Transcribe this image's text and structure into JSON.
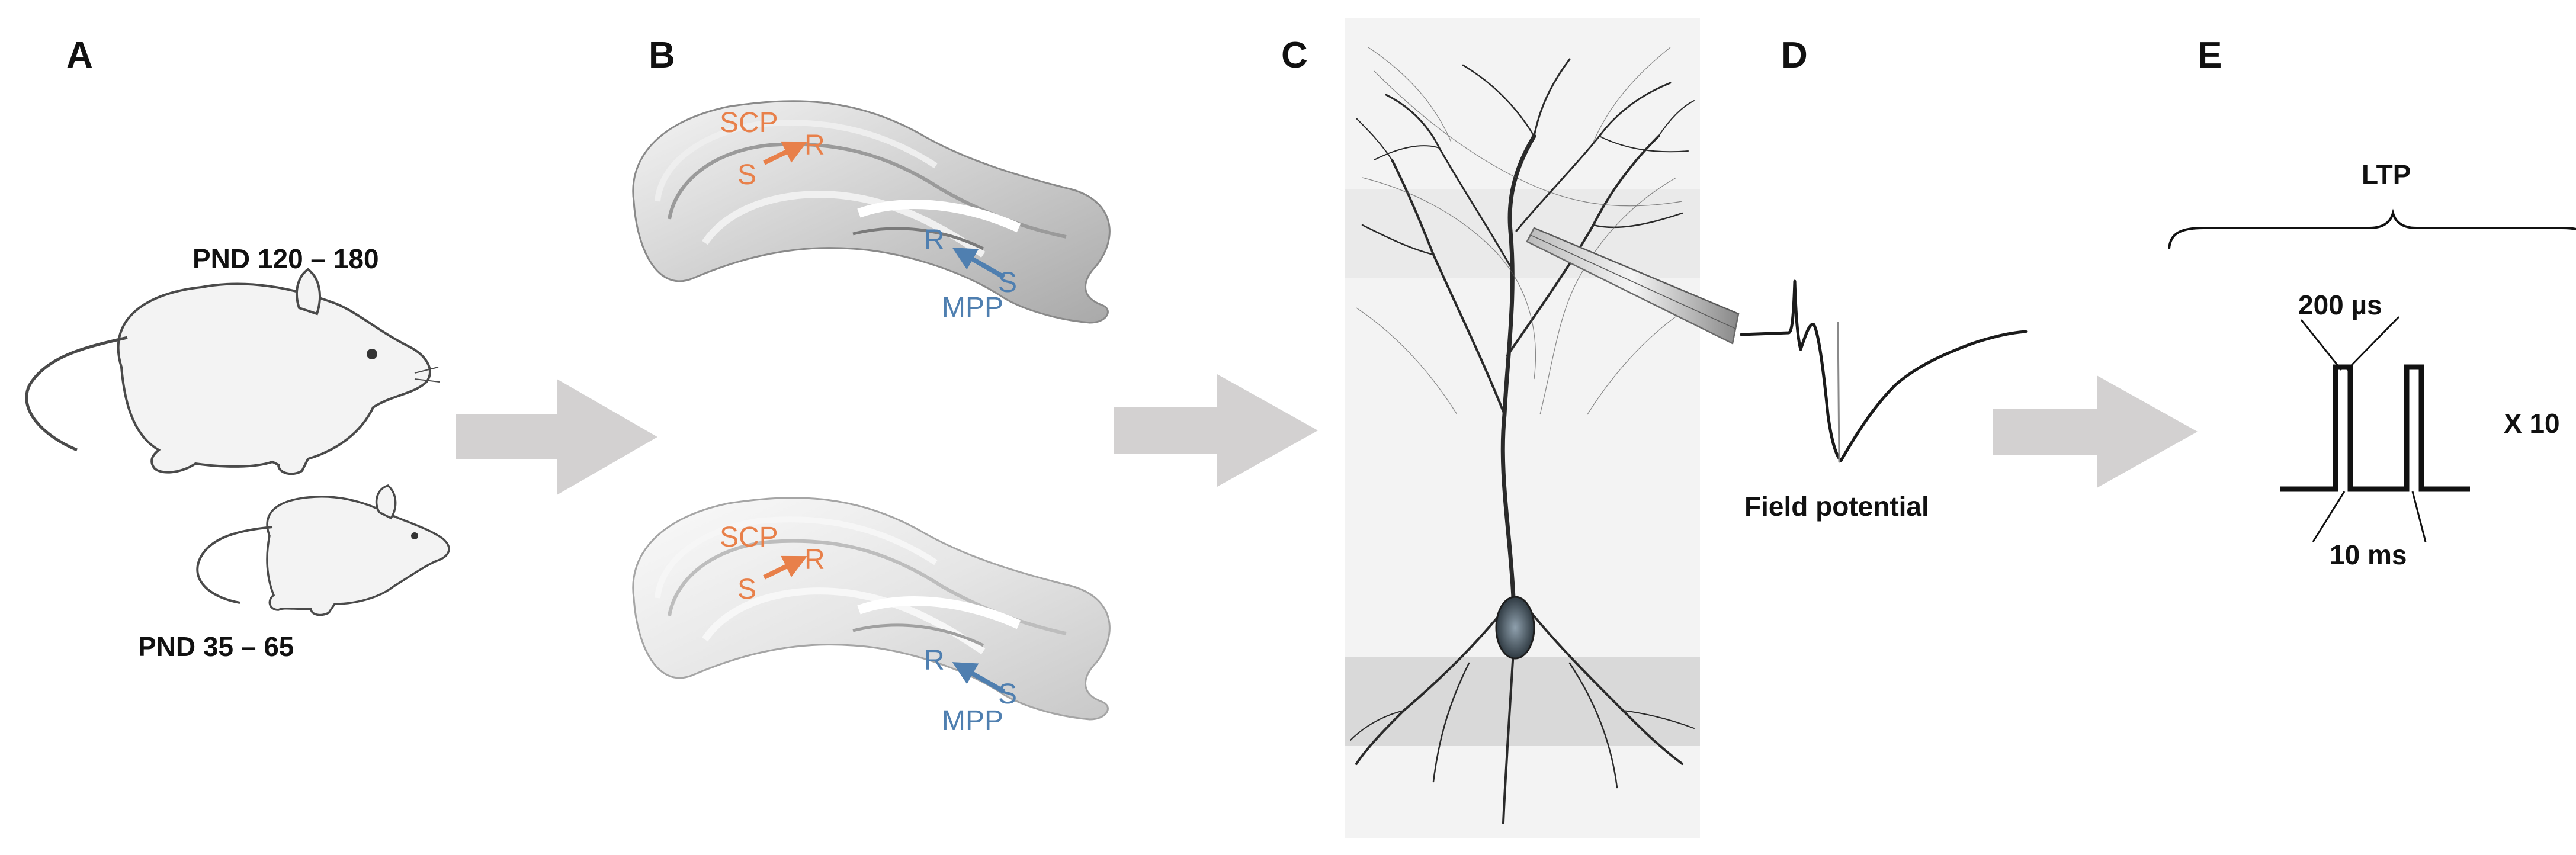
{
  "panels": {
    "a": {
      "letter": "A",
      "adult_age": "PND 120 – 180",
      "young_age": "PND 35 – 65"
    },
    "b": {
      "letter": "B",
      "slices": [
        {
          "scp": "SCP",
          "s1": "S",
          "r1": "R",
          "r2": "R",
          "s2": "S",
          "mpp": "MPP"
        },
        {
          "scp": "SCP",
          "s1": "S",
          "r1": "R",
          "r2": "R",
          "s2": "S",
          "mpp": "MPP"
        }
      ]
    },
    "c": {
      "letter": "C"
    },
    "d": {
      "letter": "D",
      "caption": "Field potential"
    },
    "e": {
      "letter": "E",
      "ltp": "LTP",
      "pulse_width": "200 µs",
      "repeat": "X 10",
      "interval": "10 ms"
    }
  },
  "colors": {
    "scp_orange": "#E8804A",
    "mpp_blue": "#4F7FB0",
    "flow_arrow_gray": "#D3D1D1"
  },
  "icons": [
    "rat-adult-icon",
    "rat-young-icon",
    "hippocampal-slice-icon",
    "neuron-icon",
    "electrode-icon",
    "flow-arrow-icon"
  ]
}
